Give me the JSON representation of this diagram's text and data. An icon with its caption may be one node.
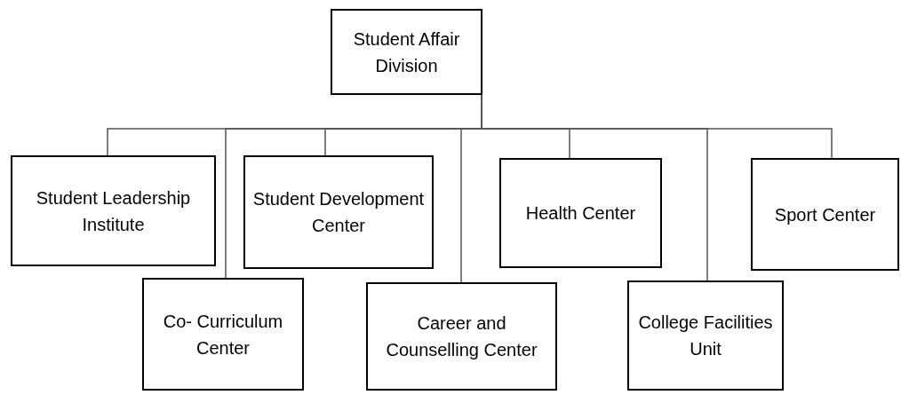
{
  "diagram": {
    "nodes": [
      {
        "text": [
          "Student Affair Division"
        ]
      },
      {
        "text": [
          "Student Leadership Institute"
        ]
      },
      {
        "text": [
          "Co- Curriculum Center"
        ]
      },
      {
        "text": [
          "Student Development Center"
        ]
      },
      {
        "text": [
          "Career and Counselling Center"
        ]
      },
      {
        "text": [
          "Health Center"
        ]
      },
      {
        "text": [
          "College Facilities Unit"
        ]
      },
      {
        "text": [
          "Sport Center"
        ]
      }
    ],
    "edges": [
      {
        "from": 0,
        "to": 1,
        "arrow": "none"
      },
      {
        "from": 0,
        "to": 2,
        "arrow": "none"
      },
      {
        "from": 0,
        "to": 3,
        "arrow": "none"
      },
      {
        "from": 0,
        "to": 4,
        "arrow": "none"
      },
      {
        "from": 0,
        "to": 5,
        "arrow": "none"
      },
      {
        "from": 0,
        "to": 6,
        "arrow": "none"
      },
      {
        "from": 0,
        "to": 7,
        "arrow": "none"
      }
    ]
  }
}
